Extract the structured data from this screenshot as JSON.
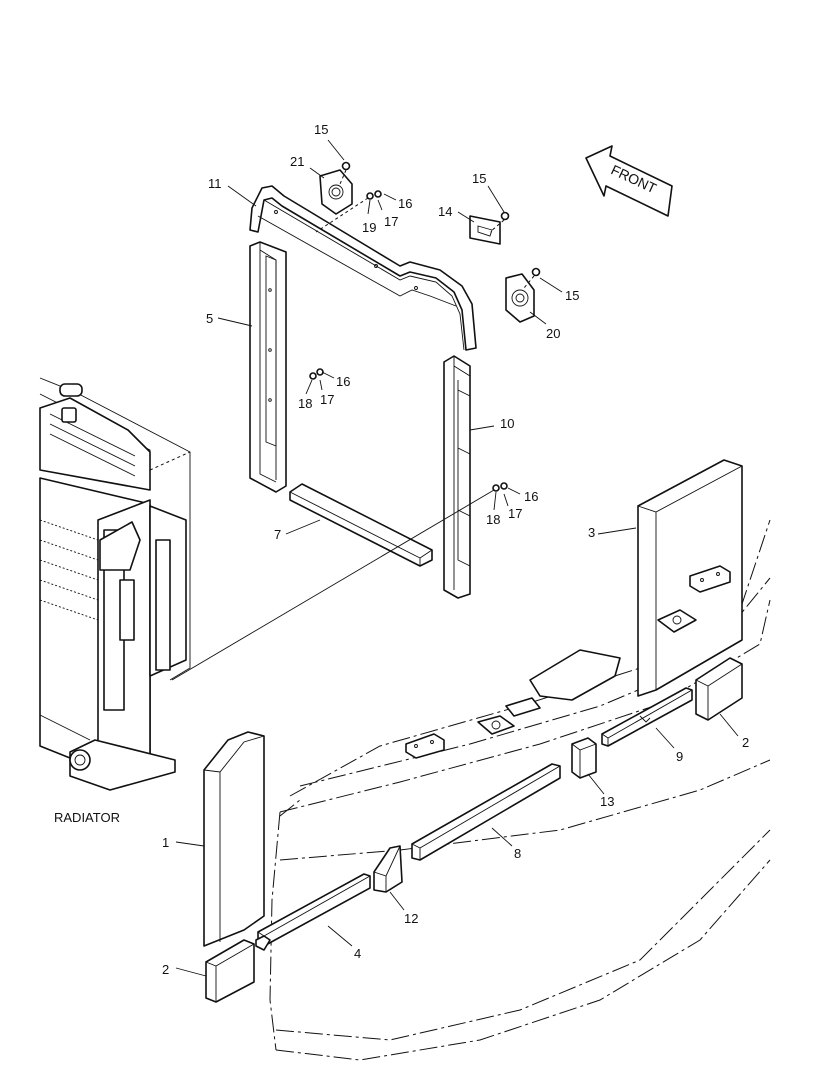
{
  "labels": {
    "front": "FRONT",
    "radiator": "RADIATOR",
    "callouts": [
      "15",
      "21",
      "11",
      "16",
      "17",
      "19",
      "15",
      "14",
      "15",
      "20",
      "5",
      "16",
      "18",
      "17",
      "10",
      "16",
      "18",
      "17",
      "7",
      "3",
      "2",
      "9",
      "13",
      "8",
      "1",
      "12",
      "4",
      "2"
    ]
  },
  "colors": {
    "line": "#111111",
    "background": "#ffffff"
  }
}
